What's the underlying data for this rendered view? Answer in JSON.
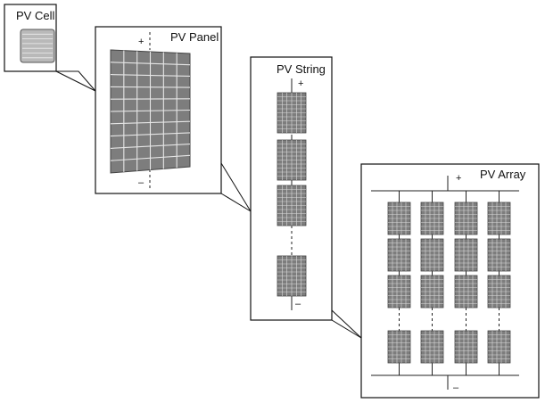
{
  "labels": {
    "cell": "PV Cell",
    "panel": "PV Panel",
    "string": "PV String",
    "array": "PV Array"
  },
  "symbols": {
    "plus": "+",
    "minus": "–"
  },
  "colors": {
    "line": "#111111",
    "module_fill": "#7d7d7d",
    "module_grid": "#e6e6e6",
    "cell_fill": "#b9b9b9"
  }
}
